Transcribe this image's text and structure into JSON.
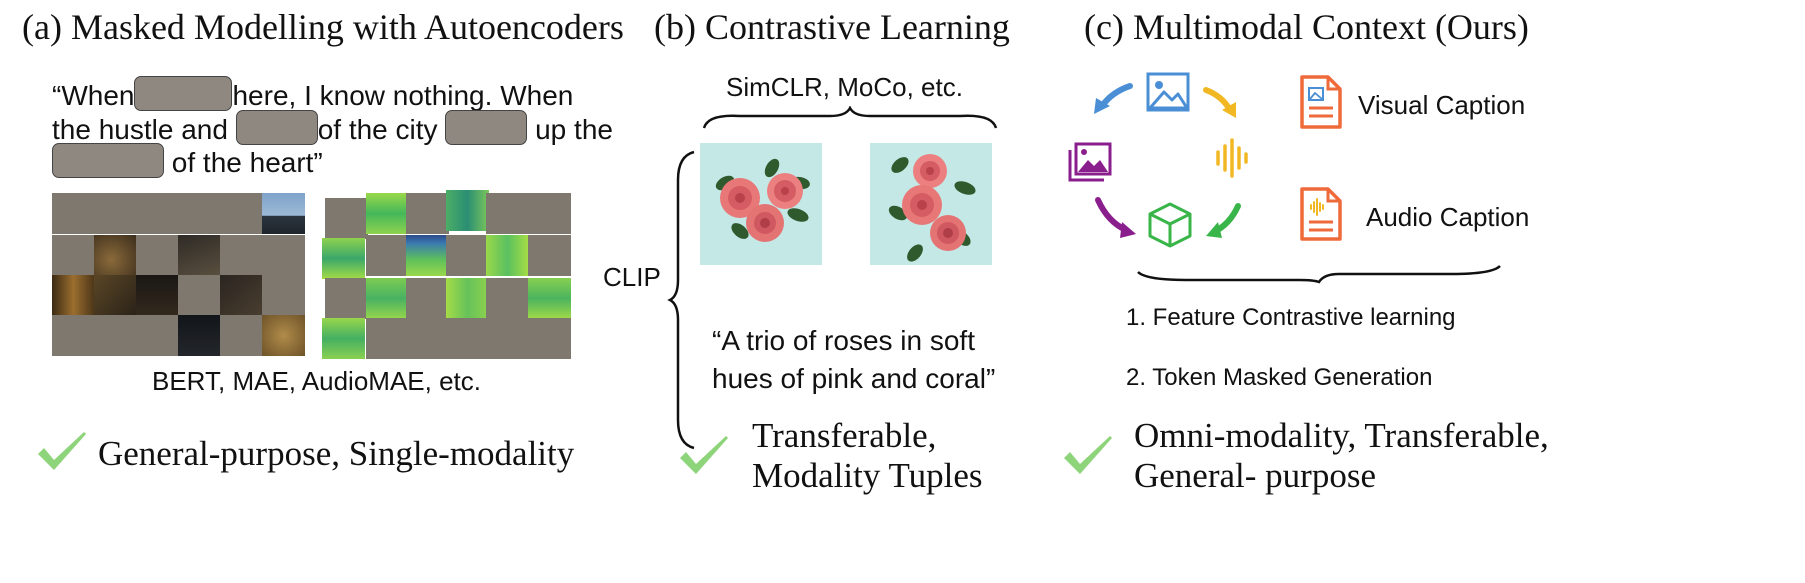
{
  "panel_a": {
    "title": "(a) Masked Modelling with Autoencoders",
    "quote": {
      "w1": "“When",
      "w2": "here, I know nothing. When",
      "w3": "the hustle and",
      "w4": "of the city",
      "w5": "up the",
      "w6": "of the heart”"
    },
    "examples": "BERT, MAE, AudioMAE, etc.",
    "benefit": "General-purpose, Single-modality"
  },
  "panel_b": {
    "title": "(b) Contrastive Learning",
    "methods": "SimCLR, MoCo, etc.",
    "clip_label": "CLIP",
    "caption_line1": "“A trio of roses in soft",
    "caption_line2": "hues of pink and coral”",
    "benefit_line1": "Transferable,",
    "benefit_line2": "Modality Tuples"
  },
  "panel_c": {
    "title": "(c) Multimodal Context (Ours)",
    "visual_caption": "Visual Caption",
    "audio_caption": "Audio Caption",
    "step1": "1. Feature Contrastive learning",
    "step2": "2. Token Masked Generation",
    "benefit_line1": "Omni-modality, Transferable,",
    "benefit_line2": "General- purpose"
  },
  "colors": {
    "mask_gray": "#8f8880",
    "check_green": "#8ed47a",
    "image_blue": "#4a8fd6",
    "audio_yellow": "#f2b824",
    "doc_orange": "#ef6a3a",
    "gallery_purple": "#8a1e8c",
    "cube_green": "#3ab54a"
  },
  "icons": [
    "image-icon",
    "audio-wave-icon",
    "gallery-icon",
    "cube-icon",
    "document-image-icon",
    "document-audio-icon",
    "check-icon",
    "rose-image"
  ]
}
